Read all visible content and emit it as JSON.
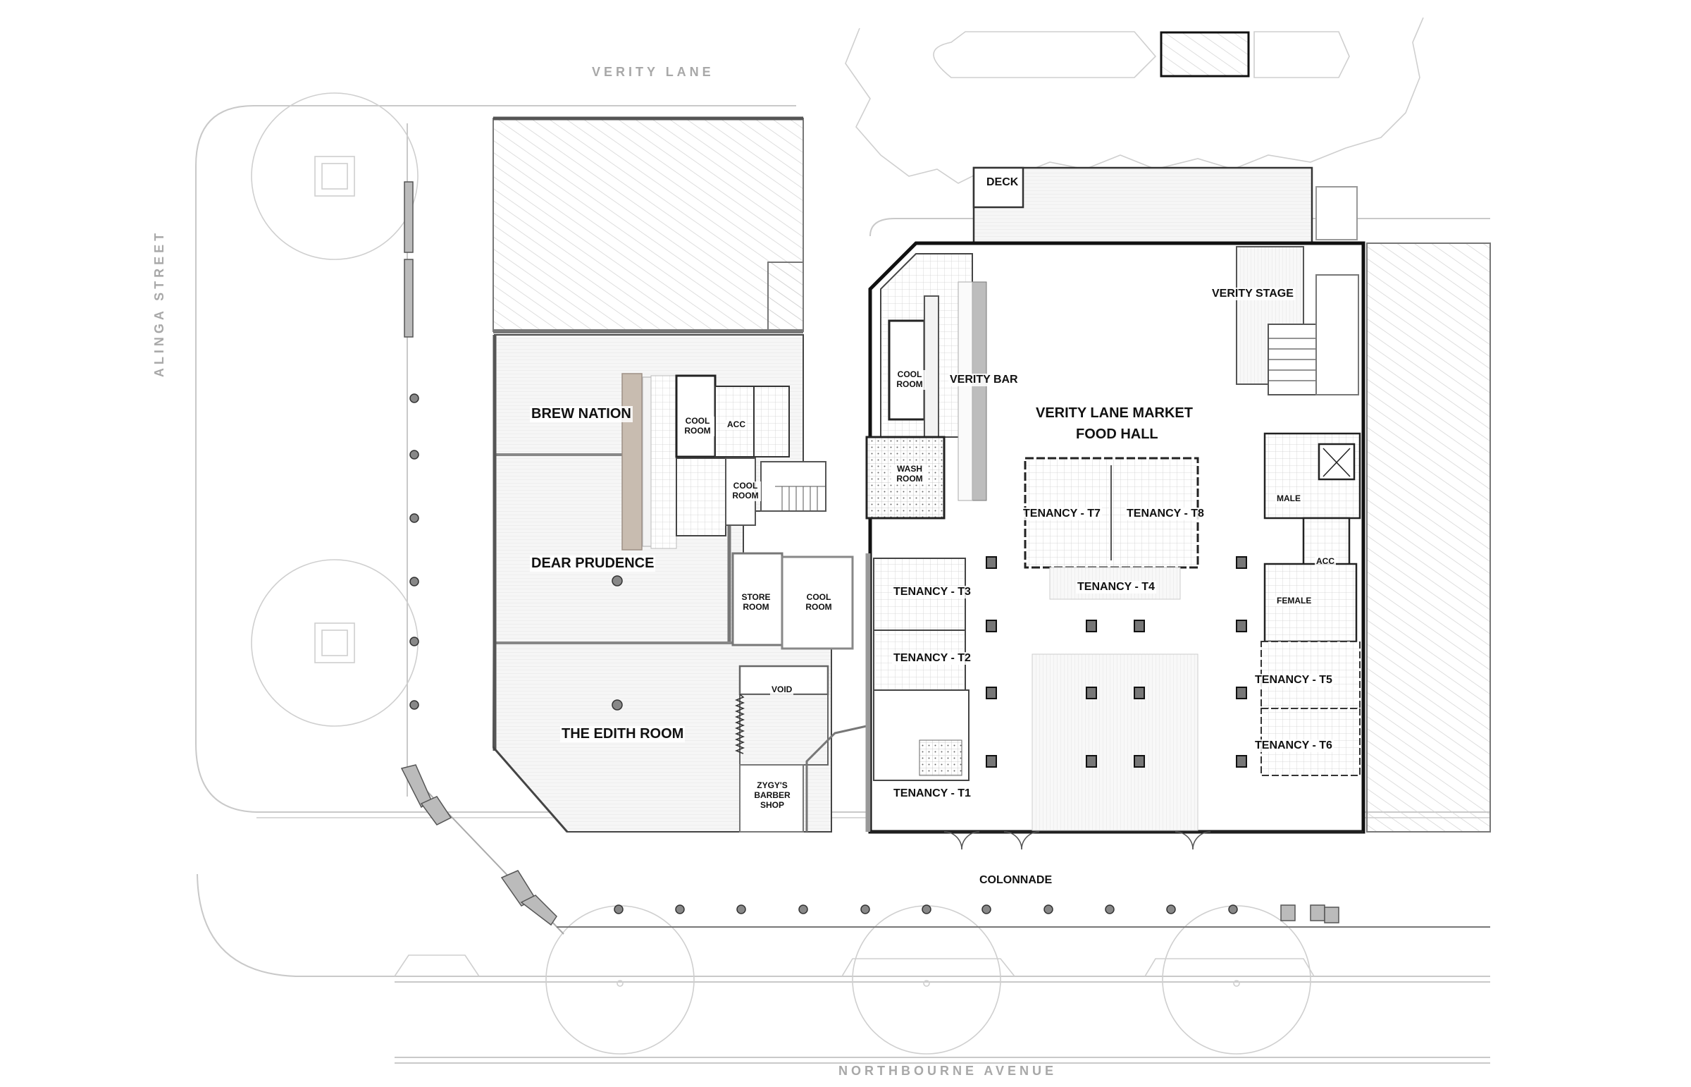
{
  "streets": {
    "north": "VERITY LANE",
    "west": "ALINGA STREET",
    "south": "NORTHBOURNE AVENUE"
  },
  "venues": {
    "brew_nation": "BREW NATION",
    "dear_prudence": "DEAR PRUDENCE",
    "edith_room": "THE EDITH ROOM",
    "barber": "ZYGY'S BARBER SHOP",
    "verity_bar": "VERITY BAR",
    "verity_stage": "VERITY STAGE",
    "food_hall_line1": "VERITY LANE MARKET",
    "food_hall_line2": "FOOD HALL",
    "deck": "DECK",
    "colonnade": "COLONNADE"
  },
  "rooms": {
    "cool_room_1": "COOL ROOM",
    "acc_1": "ACC",
    "cool_room_2": "COOL ROOM",
    "cool_room_3": "COOL ROOM",
    "store_room": "STORE ROOM",
    "cool_room_4": "COOL ROOM",
    "void": "VOID",
    "wash_room": "WASH ROOM",
    "male": "MALE",
    "acc_2": "ACC",
    "female": "FEMALE"
  },
  "tenancies": [
    {
      "id": "T1",
      "label": "TENANCY - T1"
    },
    {
      "id": "T2",
      "label": "TENANCY - T2"
    },
    {
      "id": "T3",
      "label": "TENANCY - T3"
    },
    {
      "id": "T4",
      "label": "TENANCY - T4"
    },
    {
      "id": "T5",
      "label": "TENANCY - T5"
    },
    {
      "id": "T6",
      "label": "TENANCY - T6"
    },
    {
      "id": "T7",
      "label": "TENANCY - T7"
    },
    {
      "id": "T8",
      "label": "TENANCY - T8"
    }
  ],
  "colors": {
    "wall": "#333333",
    "wall_fill": "#9a9a9a",
    "hatch": "#c8c8c8",
    "context_line": "#c4c4c4",
    "street_text": "#a8a8a8",
    "bar_counter": "#c8bcb0",
    "tile": "#d6d6d6"
  }
}
